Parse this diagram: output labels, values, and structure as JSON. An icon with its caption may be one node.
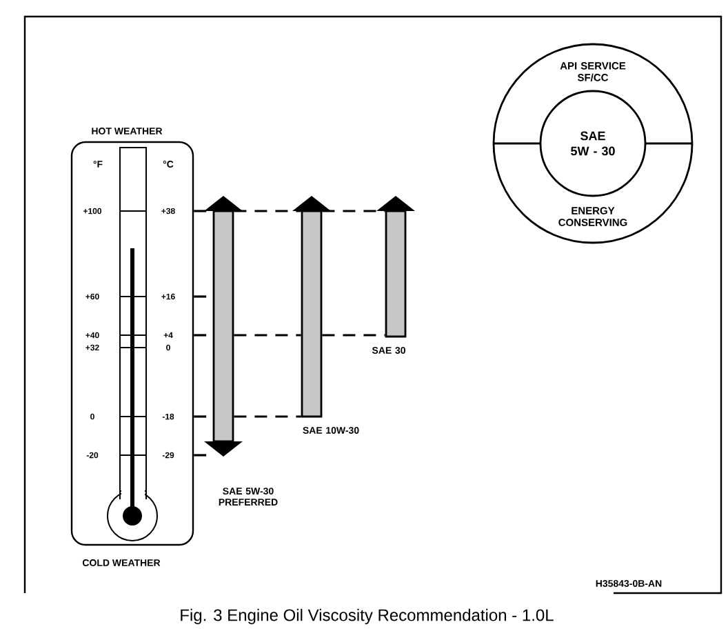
{
  "diagram": {
    "caption": "Fig. 3 Engine Oil Viscosity Recommendation - 1.0L",
    "nodes": [
      {
        "text": [
          "°F",
          "°C"
        ],
        "beside": [
          "HOT WEATHER",
          "COLD WEATHER"
        ]
      },
      {
        "text": [],
        "shape": "bar",
        "beside": [
          "SAE 5W-30 PREFERRED"
        ]
      },
      {
        "text": [],
        "shape": "bar",
        "beside": [
          "SAE 10W-30"
        ]
      },
      {
        "text": [],
        "shape": "bar",
        "beside": [
          "SAE 30"
        ]
      },
      {
        "text": [
          "API SERVICE SF/CC",
          "ENERGY CONSERVING"
        ]
      },
      {
        "text": [
          "SAE 5W - 30"
        ],
        "in": 4
      }
    ],
    "edges": [
      {
        "from": 0,
        "to": 1,
        "arrow": "none",
        "style": "dashed"
      },
      {
        "from": 1,
        "to": 2,
        "arrow": "none",
        "style": "dashed"
      },
      {
        "from": 2,
        "to": 3,
        "arrow": "none",
        "style": "dashed"
      },
      {
        "from": 0,
        "to": 1,
        "arrow": "none",
        "style": "dashed"
      },
      {
        "from": 0,
        "to": 1,
        "arrow": "none",
        "style": "dashed"
      },
      {
        "from": 1,
        "to": 2,
        "arrow": "none",
        "style": "dashed"
      },
      {
        "from": 2,
        "to": 3,
        "arrow": "none",
        "style": "dashed"
      },
      {
        "from": 0,
        "to": 1,
        "arrow": "none",
        "style": "dashed"
      },
      {
        "from": 1,
        "to": 2,
        "arrow": "none",
        "style": "dashed"
      },
      {
        "from": 0,
        "to": 1,
        "arrow": "none",
        "style": "dashed"
      }
    ],
    "labels": [
      "+100",
      "+38",
      "+60",
      "+16",
      "+40",
      "+4",
      "+32",
      "0",
      "0",
      "-18",
      "-20",
      "-29",
      "H35843-0B-AN"
    ]
  }
}
